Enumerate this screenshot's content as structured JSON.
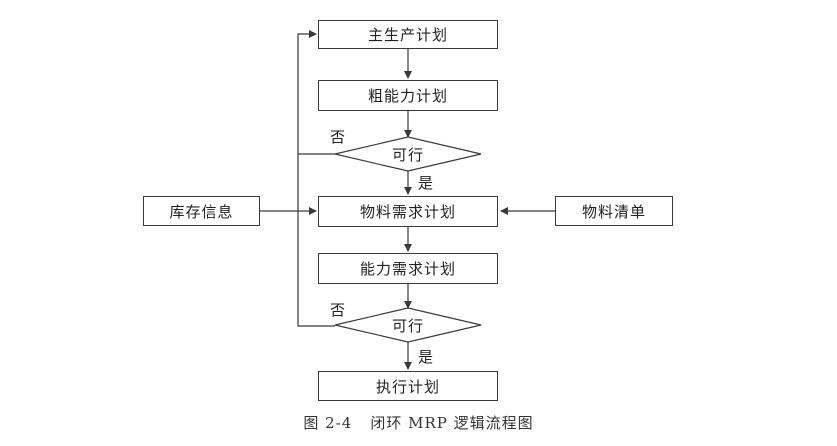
{
  "nodes": {
    "master_schedule": "主生产计划",
    "rough_capacity": "粗能力计划",
    "feasible_1": "可行",
    "inventory_info": "库存信息",
    "material_requirements": "物料需求计划",
    "bill_of_materials": "物料清单",
    "capacity_requirements": "能力需求计划",
    "feasible_2": "可行",
    "execution_plan": "执行计划"
  },
  "edge_labels": {
    "no_1": "否",
    "yes_1": "是",
    "no_2": "否",
    "yes_2": "是"
  },
  "caption": {
    "number": "图 2-4",
    "title": "闭环 MRP 逻辑流程图"
  },
  "colors": {
    "line": "#3a3a3a",
    "text": "#222222"
  }
}
